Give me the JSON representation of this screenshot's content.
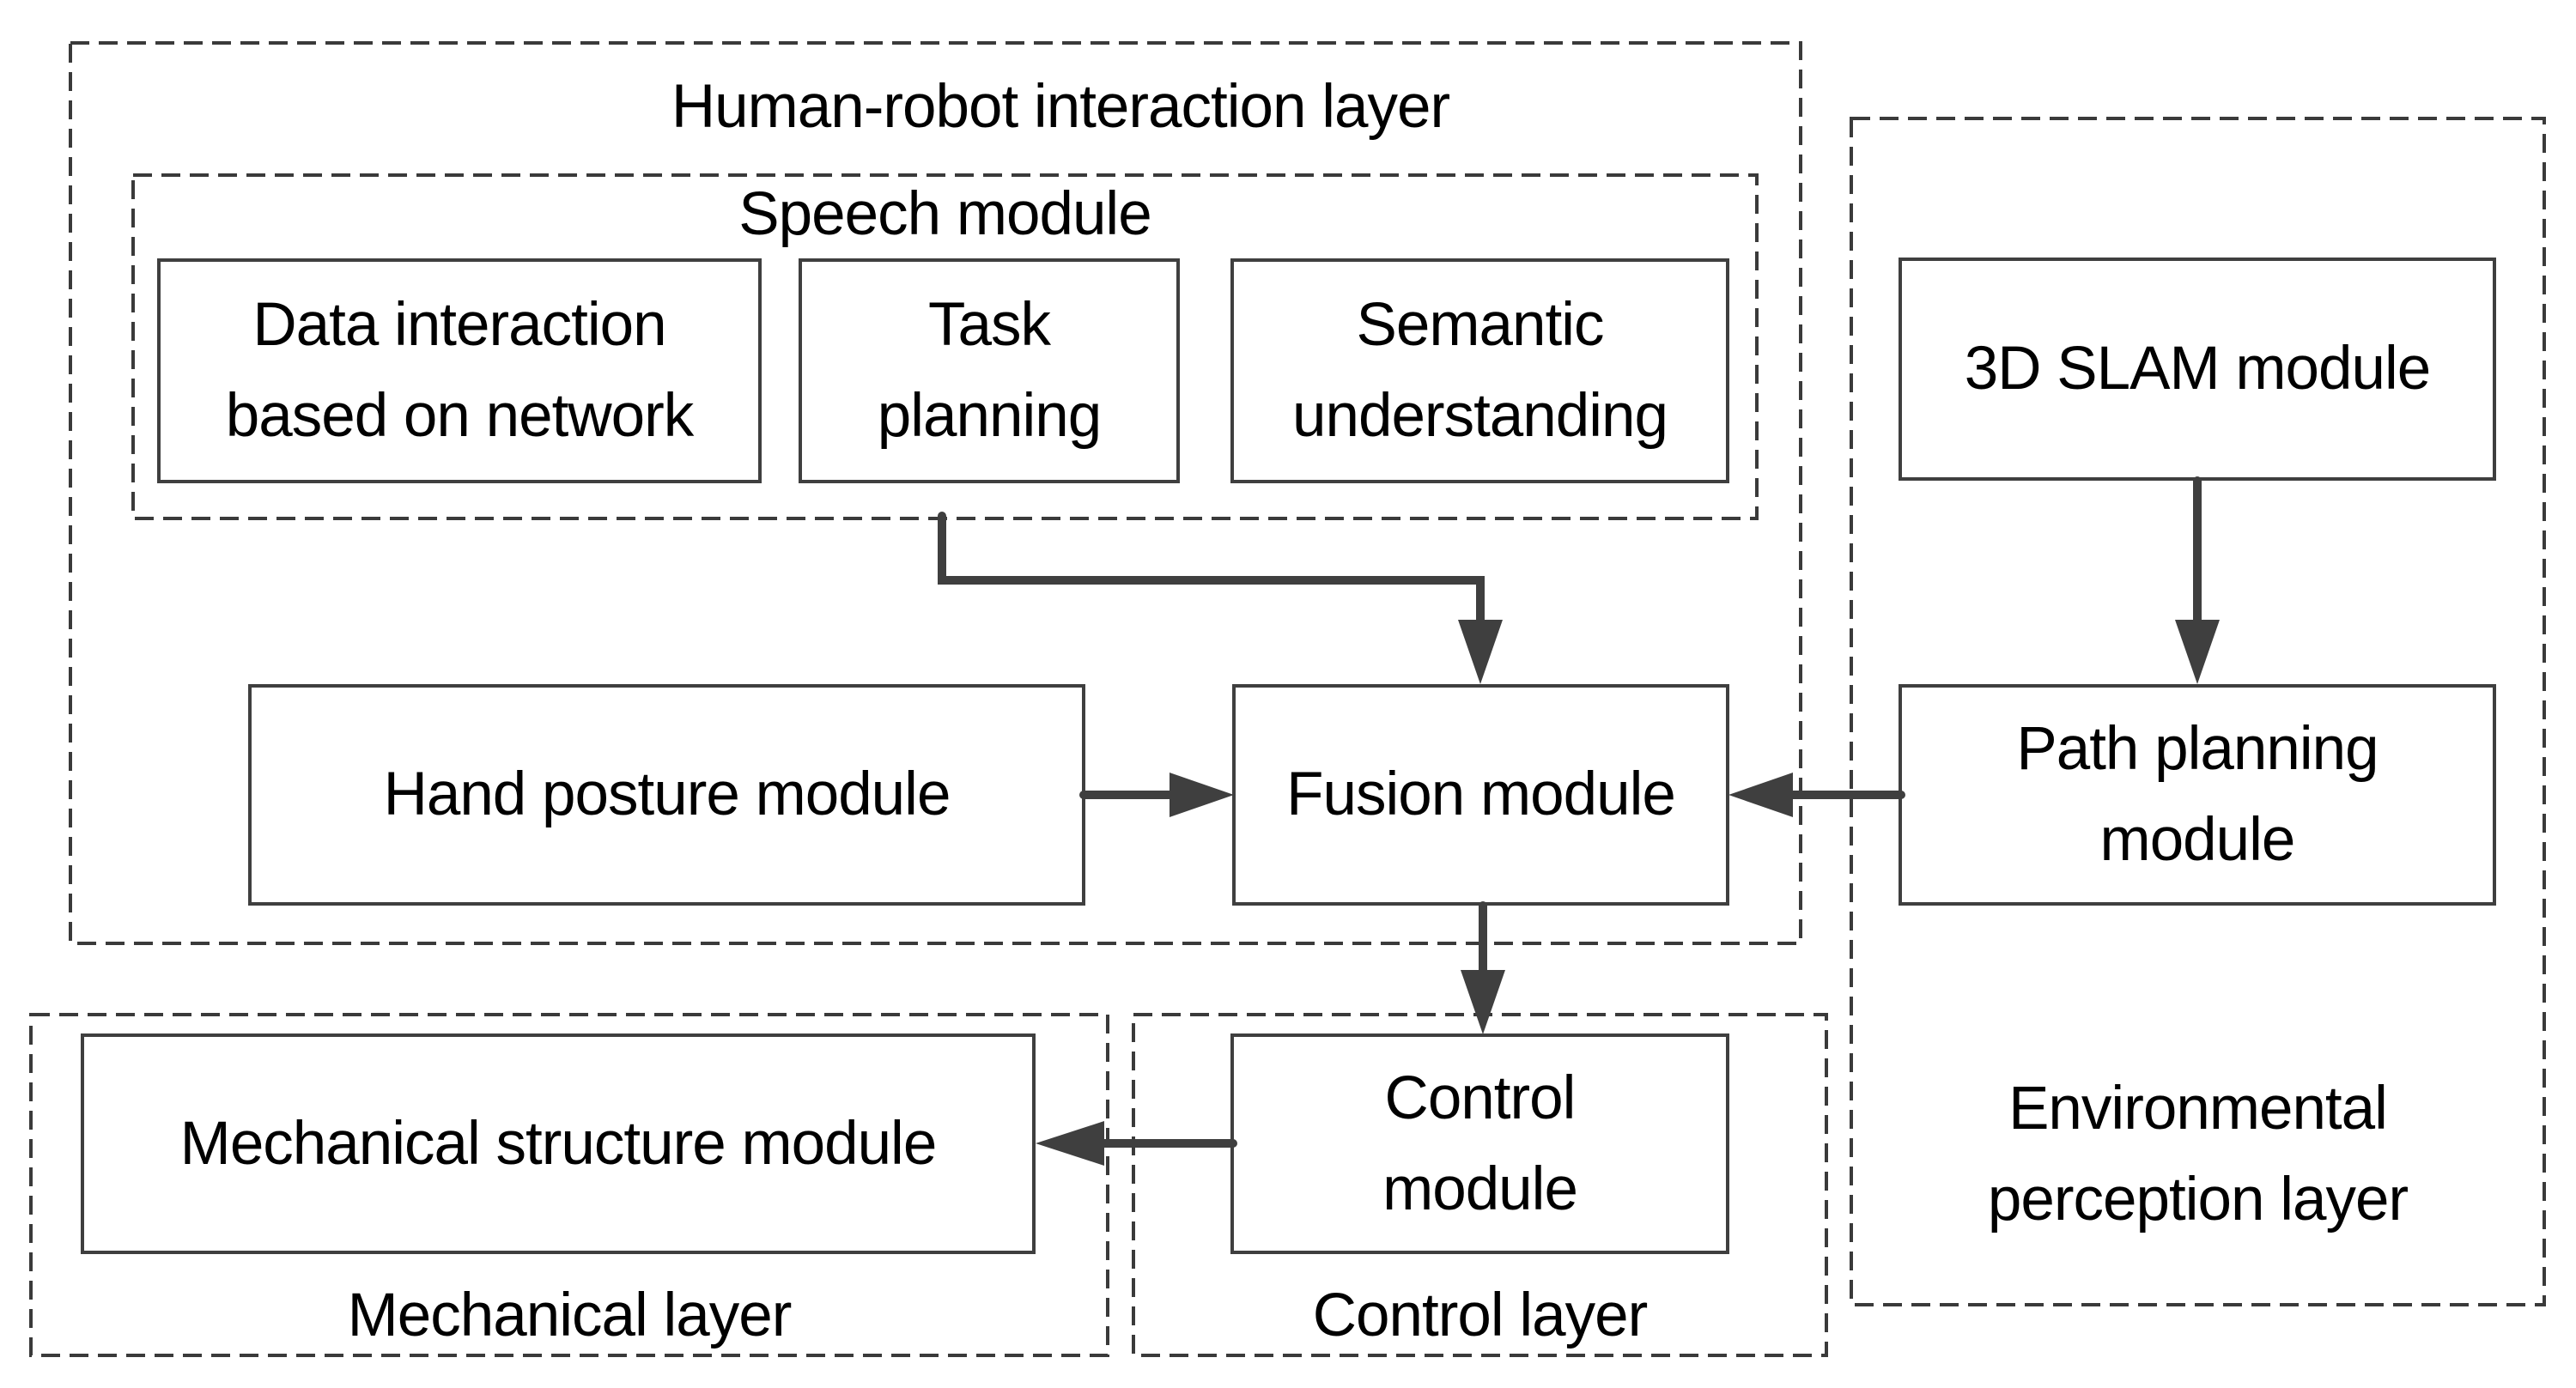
{
  "figure": {
    "type": "block-diagram",
    "background": "#ffffff",
    "colors": {
      "solid_border": "#3f3f3f",
      "dashed_border": "#3a3a3a",
      "arrow": "#3f3f3f",
      "text": "#000000",
      "box_fill": "#ffffff"
    },
    "layers": [
      {
        "id": "hri",
        "label": "Human-robot interaction layer"
      },
      {
        "id": "speech",
        "label": "Speech module"
      },
      {
        "id": "mechanical",
        "label": "Mechanical layer"
      },
      {
        "id": "control",
        "label": "Control layer"
      },
      {
        "id": "env",
        "label": "Environmental\nperception layer"
      }
    ],
    "modules": [
      {
        "id": "data-interaction",
        "label": "Data interaction\nbased on network"
      },
      {
        "id": "task-planning",
        "label": "Task\nplanning"
      },
      {
        "id": "semantic",
        "label": "Semantic\nunderstanding"
      },
      {
        "id": "slam",
        "label": "3D SLAM module"
      },
      {
        "id": "hand-posture",
        "label": "Hand posture module"
      },
      {
        "id": "fusion",
        "label": "Fusion module"
      },
      {
        "id": "path-planning",
        "label": "Path planning\nmodule"
      },
      {
        "id": "mechanical-structure",
        "label": "Mechanical structure module"
      },
      {
        "id": "control-module",
        "label": "Control\nmodule"
      }
    ],
    "arrows": [
      {
        "from": "speech-module",
        "to": "fusion-module",
        "style": "elbow"
      },
      {
        "from": "hand-posture-module",
        "to": "fusion-module",
        "style": "straight"
      },
      {
        "from": "path-planning-module",
        "to": "fusion-module",
        "style": "straight"
      },
      {
        "from": "3d-slam-module",
        "to": "path-planning-module",
        "style": "straight"
      },
      {
        "from": "fusion-module",
        "to": "control-module",
        "style": "straight"
      },
      {
        "from": "control-module",
        "to": "mechanical-structure-module",
        "style": "straight"
      }
    ]
  }
}
